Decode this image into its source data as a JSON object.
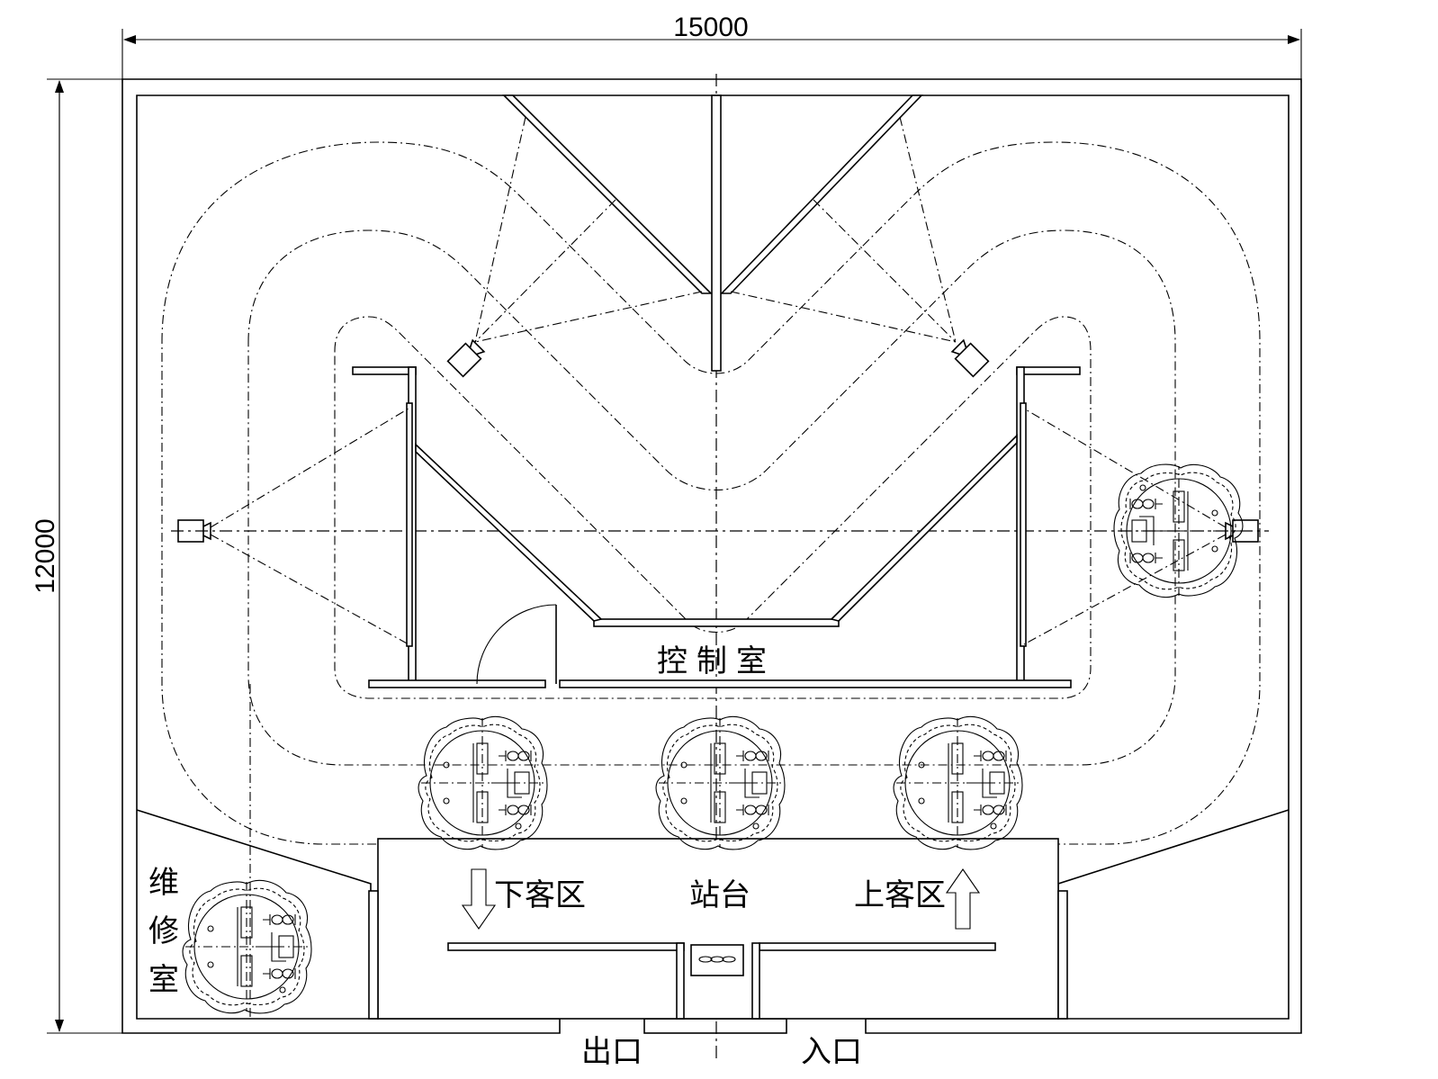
{
  "dimensions": {
    "width_label": "15000",
    "height_label": "12000"
  },
  "labels": {
    "control_room": "控制室",
    "platform": "站台",
    "unload_zone": "下客区",
    "load_zone": "上客区",
    "exit": "出口",
    "entrance": "入口",
    "maintenance_room": "维修室"
  }
}
